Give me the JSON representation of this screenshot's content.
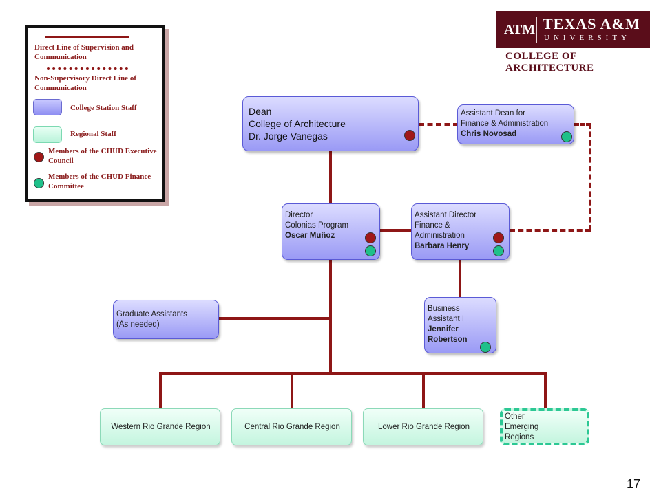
{
  "legend": {
    "direct_line": "Direct Line of Supervision and Communication",
    "non_supervisory": "Non-Supervisory Direct Line of Communication",
    "college_station_staff": "College Station Staff",
    "regional_staff": "Regional Staff",
    "exec_council": "Members of the CHUD Executive Council",
    "finance_committee": "Members of the CHUD Finance Committee"
  },
  "logo": {
    "brand_top": "TEXAS A&M",
    "brand_sub": "UNIVERSITY",
    "college": "COLLEGE OF ARCHITECTURE"
  },
  "dean": {
    "l1": "Dean",
    "l2": "College of Architecture",
    "l3": "Dr. Jorge Vanegas"
  },
  "asst_dean": {
    "l1": "Assistant Dean for",
    "l2": "Finance & Administration",
    "name": "Chris Novosad"
  },
  "director": {
    "l1": "Director",
    "l2": "Colonias Program",
    "name": "Oscar Muñoz"
  },
  "asst_director": {
    "l1": "Assistant Director",
    "l2": "Finance &",
    "l3": "Administration",
    "name": "Barbara Henry"
  },
  "grad": {
    "l1": "Graduate Assistants",
    "l2": "(As needed)"
  },
  "business": {
    "l1": "Business",
    "l2": "Assistant I",
    "name1": "Jennifer",
    "name2": "Robertson"
  },
  "regions": {
    "western": "Western Rio Grande Region",
    "central": "Central Rio Grande Region",
    "lower": "Lower Rio Grande Region",
    "other_l1": "Other",
    "other_l2": "Emerging",
    "other_l3": "Regions"
  },
  "page_number": "17",
  "colors": {
    "maroon": "#8e1616",
    "staff_blue": "#9a9af5",
    "regional_green": "#c4f5df",
    "finance_green": "#1fc08a"
  }
}
